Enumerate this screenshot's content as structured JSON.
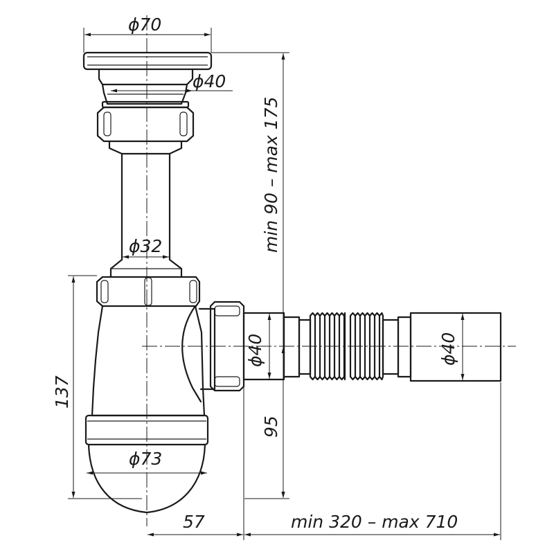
{
  "dimensions": {
    "strainer_diameter": "ϕ70",
    "outlet_diameter": "ϕ40",
    "pipe_diameter": "ϕ32",
    "height_range": "min 90 – max 175",
    "bottle_height": "137",
    "bottle_diameter": "ϕ73",
    "side_outlet_diameter": "ϕ40",
    "flex_end_diameter": "ϕ40",
    "outlet_height": "95",
    "axis_offset": "57",
    "length_range": "min 320 – max 710"
  }
}
